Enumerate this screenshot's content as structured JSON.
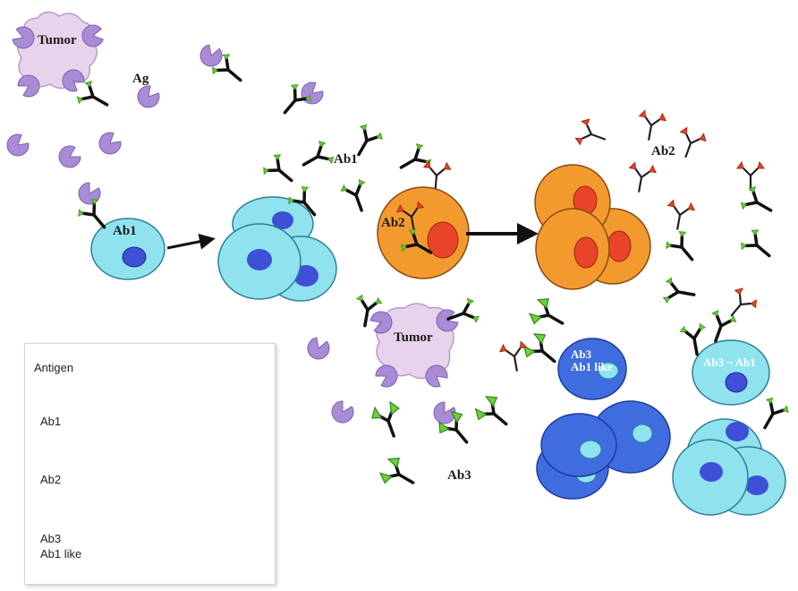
{
  "labels": {
    "tumor_top": "Tumor",
    "ag": "Ag",
    "ab1_cell": "Ab1",
    "ab1_float": "Ab1",
    "ab2_cell": "Ab2",
    "ab2_float": "Ab2",
    "tumor_mid": "Tumor",
    "ab3_cell_line1": "Ab3",
    "ab3_cell_line2": "Ab1 like",
    "ab3_ab1_cell": "Ab3 ~ Ab1",
    "ab3_float": "Ab3"
  },
  "legend": {
    "antigen": "Antigen",
    "ab1": "Ab1",
    "ab2": "Ab2",
    "ab3_line1": "Ab3",
    "ab3_line2": "Ab1 like"
  },
  "colors": {
    "antigen": "#a98bd6",
    "tumor": "#e8d3ec",
    "ab1_cell": "#8fe3ef",
    "ab2_cell": "#f39a2e",
    "ab3_cell": "#3f6de0",
    "nucleus_blue": "#3f4fd6",
    "nucleus_red": "#e8442a",
    "tip_green": "#6fcf3a",
    "tip_red": "#e8442a"
  }
}
